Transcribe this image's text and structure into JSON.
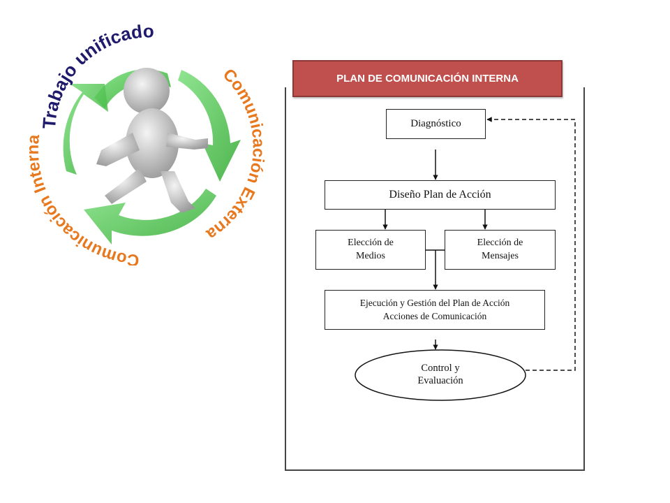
{
  "logo": {
    "top_text": "Trabajo unificado",
    "right_text": "Comunicación Externa",
    "left_text": "Comunicación Interna",
    "colors": {
      "top_text": "#1f1a6b",
      "side_text": "#e8781e",
      "arrows": "#4cc44c",
      "figure": "#c8c8c8"
    },
    "icon": "running-figure-cycle-icon"
  },
  "banner": {
    "title": "PLAN DE COMUNICACIÓN INTERNA",
    "color": "#c0504d"
  },
  "flow": {
    "diagnostico": "Diagnóstico",
    "diseno": "Diseño Plan de Acción",
    "medios": [
      "Elección de",
      "Medios"
    ],
    "mensajes": [
      "Elección de",
      "Mensajes"
    ],
    "ejecucion": [
      "Ejecución y Gestión del Plan de Acción",
      "Acciones de Comunicación"
    ],
    "control": [
      "Control y",
      "Evaluación"
    ]
  }
}
